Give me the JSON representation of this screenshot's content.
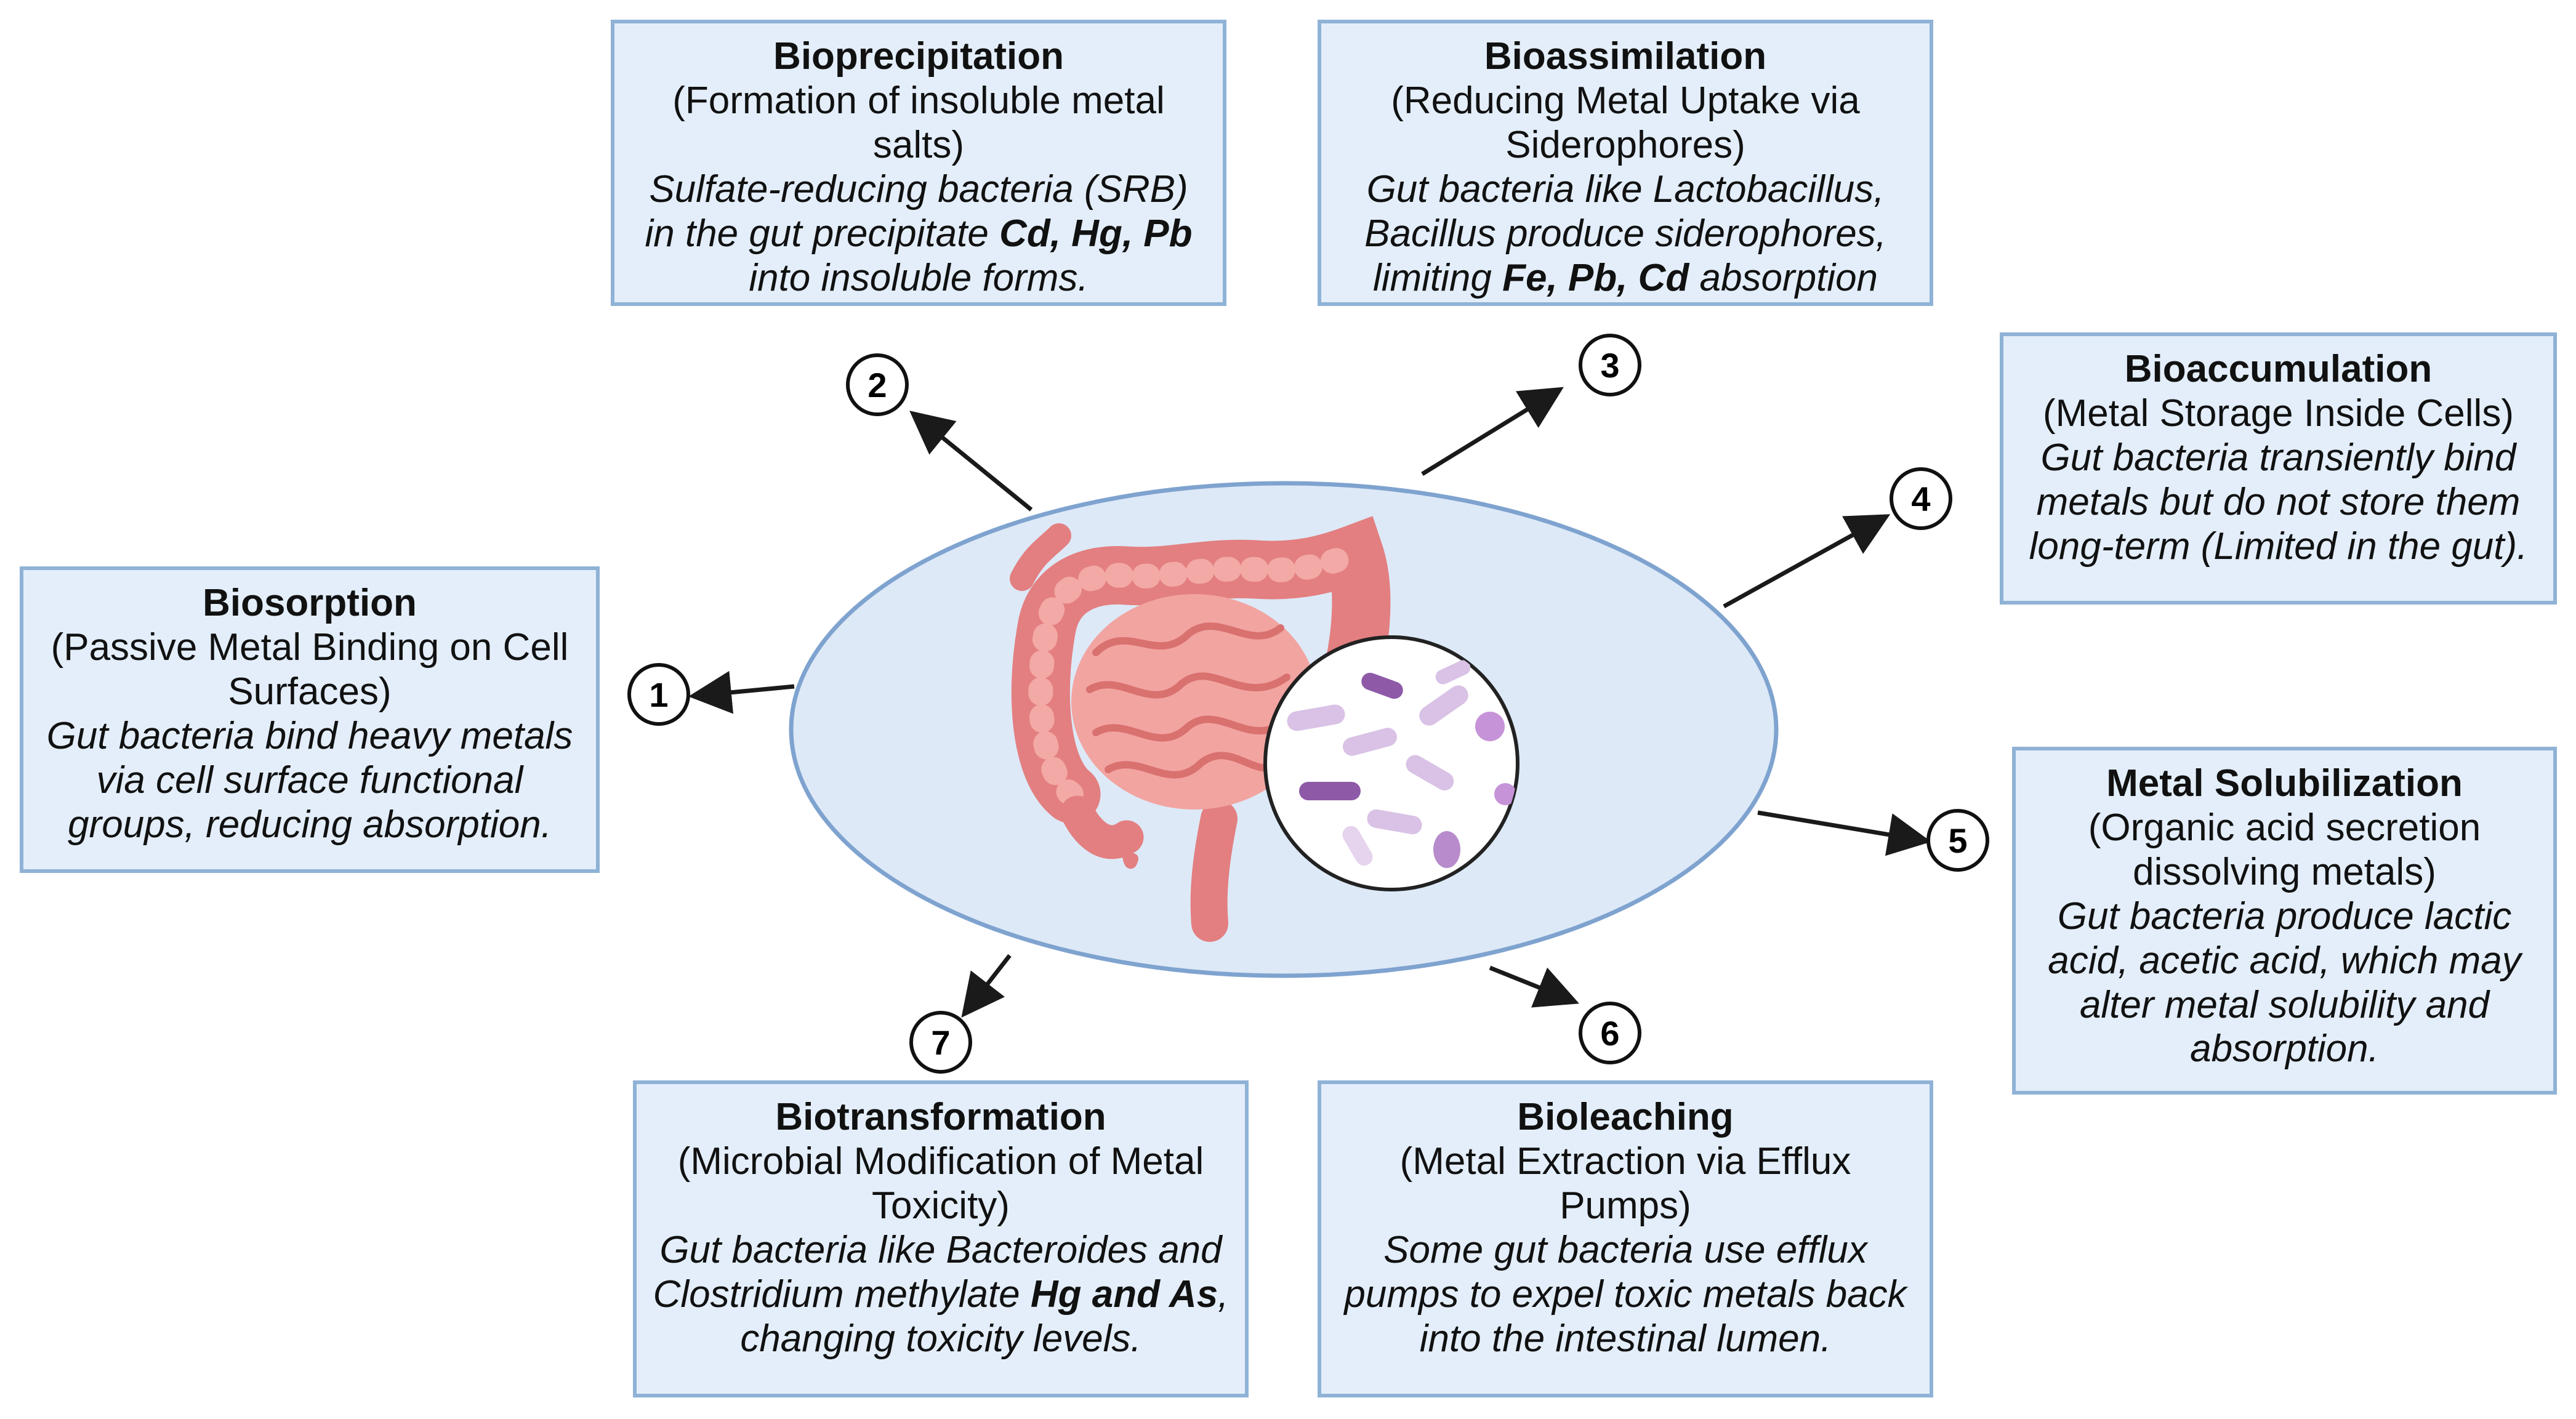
{
  "mechanisms": [
    {
      "num": "1",
      "title": "Biosorption",
      "subtitle": "(Passive Metal Binding on Cell Surfaces)",
      "desc": [
        {
          "t": "Gut bacteria bind heavy metals via cell surface functional groups, reducing absorption."
        }
      ]
    },
    {
      "num": "2",
      "title": "Bioprecipitation",
      "subtitle": "(Formation of insoluble metal salts)",
      "desc": [
        {
          "t": "Sulfate-reducing bacteria (SRB) in the gut precipitate "
        },
        {
          "t": "Cd, Hg, Pb",
          "b": true
        },
        {
          "t": " into insoluble forms."
        }
      ]
    },
    {
      "num": "3",
      "title": "Bioassimilation",
      "subtitle": "(Reducing Metal Uptake via Siderophores)",
      "desc": [
        {
          "t": "Gut bacteria like Lactobacillus, Bacillus produce siderophores, limiting "
        },
        {
          "t": "Fe, Pb, Cd",
          "b": true
        },
        {
          "t": " absorption"
        }
      ]
    },
    {
      "num": "4",
      "title": "Bioaccumulation",
      "subtitle": "(Metal Storage Inside Cells)",
      "desc": [
        {
          "t": "Gut bacteria transiently bind metals but do not store them long-term (Limited in the gut)."
        }
      ]
    },
    {
      "num": "5",
      "title": "Metal Solubilization",
      "subtitle": "(Organic acid secretion dissolving metals)",
      "desc": [
        {
          "t": "Gut bacteria produce lactic acid, acetic acid, which may alter metal solubility and absorption."
        }
      ]
    },
    {
      "num": "6",
      "title": "Bioleaching",
      "subtitle": "(Metal Extraction via Efflux Pumps)",
      "desc": [
        {
          "t": "Some gut bacteria use efflux pumps to expel toxic metals back into the intestinal lumen."
        }
      ]
    },
    {
      "num": "7",
      "title": "Biotransformation",
      "subtitle": "(Microbial Modification of Metal Toxicity)",
      "desc": [
        {
          "t": "Gut bacteria like Bacteroides and Clostridium methylate "
        },
        {
          "t": "Hg and As",
          "b": true
        },
        {
          "t": ", changing toxicity levels."
        }
      ]
    }
  ],
  "colors": {
    "box_fill": "#e3eefa",
    "box_border": "#8fb2d6",
    "ellipse_fill": "#dde9f7",
    "ellipse_stroke": "#7fa3cf",
    "arrow": "#1a1a1a",
    "intestine": "#e9898a",
    "bacteria": "#c9a6d8"
  },
  "icons": [
    "intestine-icon",
    "bacteria-magnifier-icon"
  ]
}
